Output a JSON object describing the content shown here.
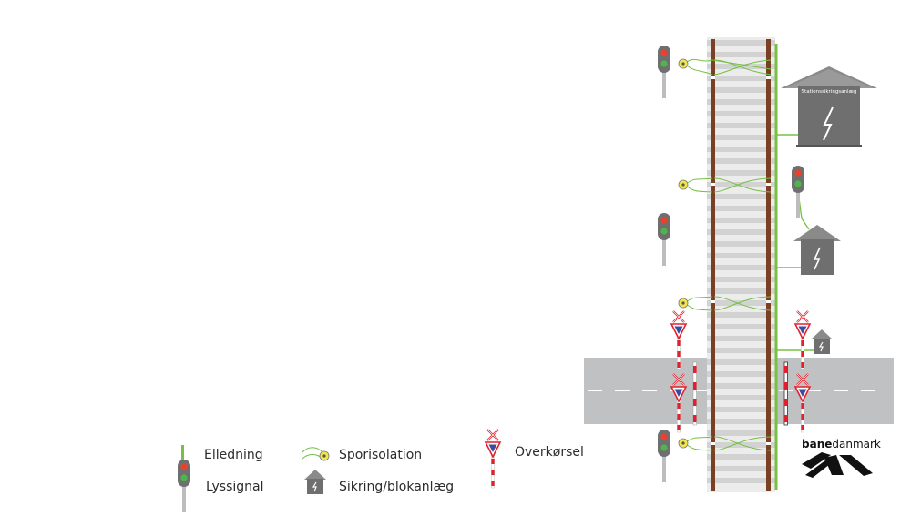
{
  "station": {
    "label": "Stationssikringsanlæg"
  },
  "legend": {
    "elledning": "Elledning",
    "lyssignal": "Lyssignal",
    "sporisolation": "Sporisolation",
    "sikring": "Sikring/blokanlæg",
    "overkorsel": "Overkørsel"
  },
  "brand": {
    "bold": "bane",
    "rest": "danmark"
  },
  "colors": {
    "rail": "#7a4026",
    "sleeper": "#dcdcdc",
    "catenary": "#76c043",
    "road": "#bfc1c2",
    "housing": "#6f6f70",
    "signal_red": "#e8412c",
    "signal_green": "#4cb748",
    "isolation_yellow": "#f2e64b",
    "crossing_blue": "#3d4a9e",
    "crossing_red": "#e2202b"
  },
  "icons": [
    "light-signal-icon",
    "track-isolation-icon",
    "interlocking-cabin-icon",
    "level-crossing-sign-icon",
    "barrier-icon",
    "banedanmark-logo-icon"
  ]
}
